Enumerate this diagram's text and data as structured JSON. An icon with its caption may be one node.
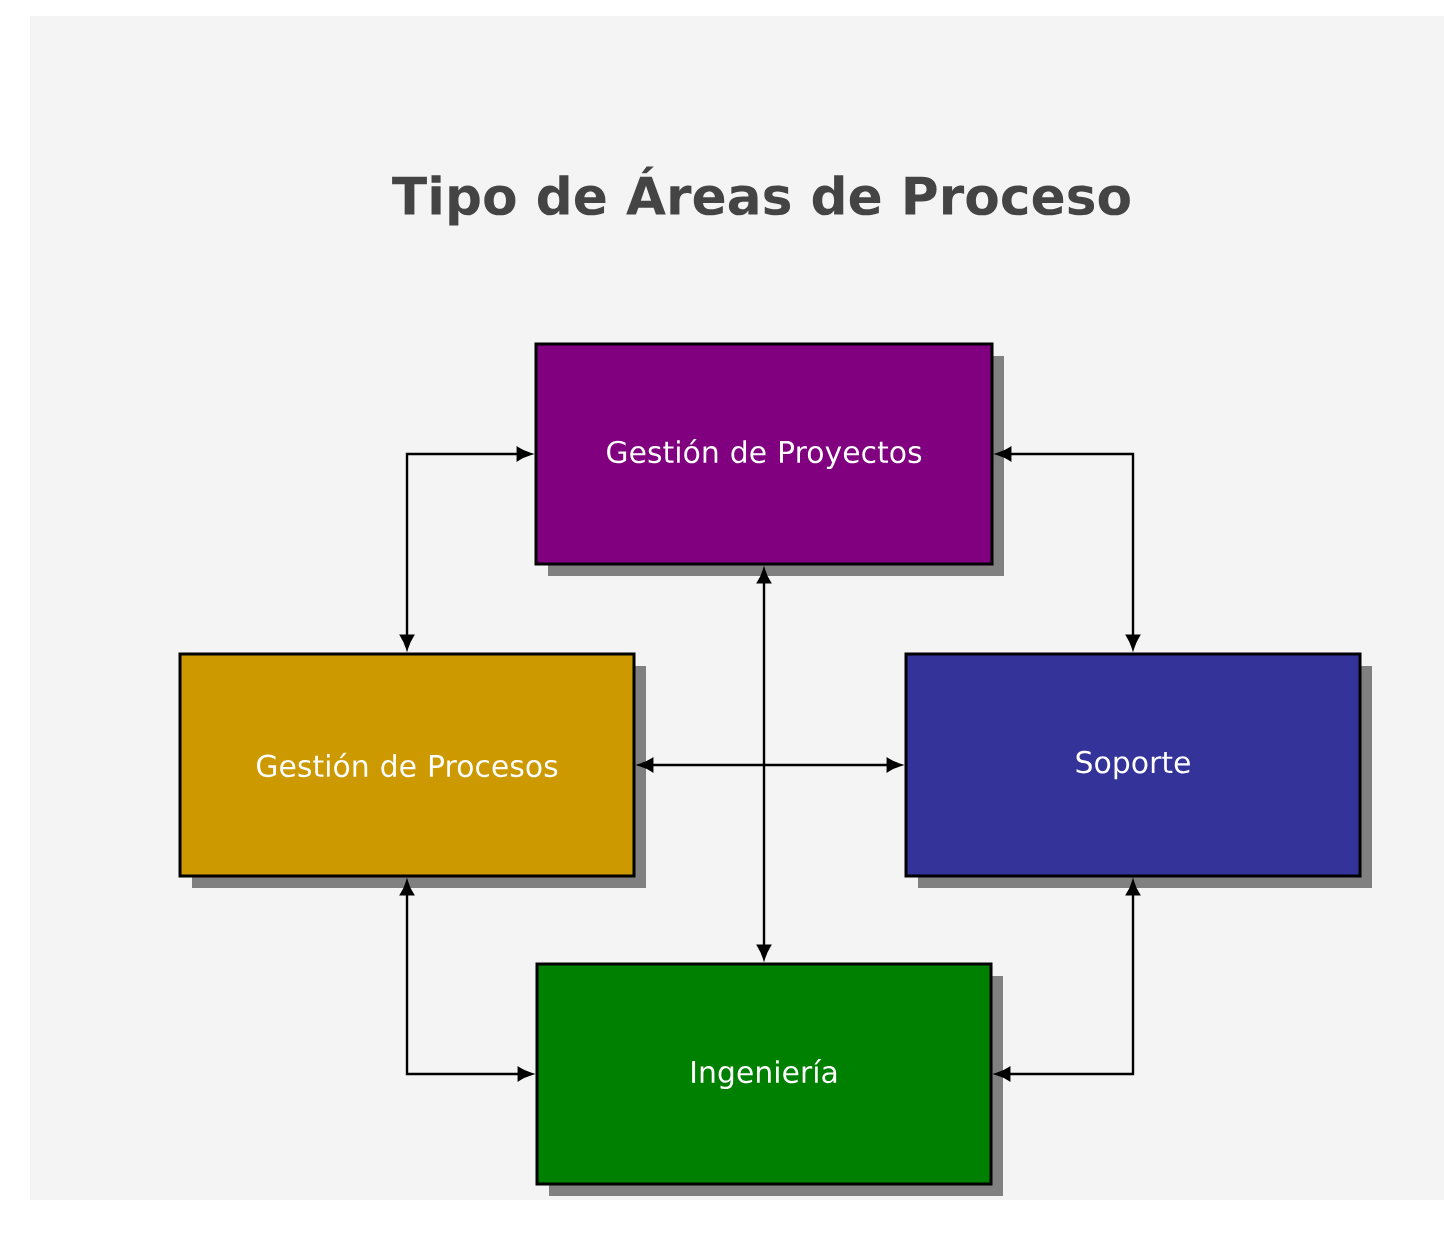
{
  "diagram": {
    "title": "Tipo de Áreas de Proceso",
    "nodes": [
      {
        "text": [
          "Gestión de Proyectos"
        ]
      },
      {
        "text": [
          "Gestión de Procesos"
        ]
      },
      {
        "text": [
          "Soporte"
        ]
      },
      {
        "text": [
          "Ingeniería"
        ]
      }
    ],
    "edges": [
      {
        "from": 0,
        "to": 1,
        "arrow": "both"
      },
      {
        "from": 0,
        "to": 2,
        "arrow": "both"
      },
      {
        "from": 1,
        "to": 2,
        "arrow": "both"
      },
      {
        "from": 0,
        "to": 3,
        "arrow": "both"
      },
      {
        "from": 1,
        "to": 3,
        "arrow": "both"
      },
      {
        "from": 2,
        "to": 3,
        "arrow": "both"
      }
    ]
  }
}
